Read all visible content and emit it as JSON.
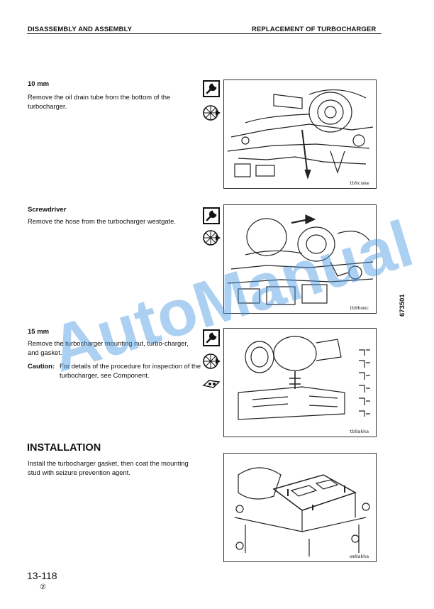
{
  "header": {
    "left": "DISASSEMBLY AND ASSEMBLY",
    "right": "REPLACEMENT OF TURBOCHARGER"
  },
  "steps": [
    {
      "title": "10 mm",
      "text": "Remove the oil drain tube from the bottom of the turbocharger.",
      "figure_tag": "tb9csma",
      "icons": [
        "wrench-tool-icon",
        "crosshair-check-icon"
      ]
    },
    {
      "title": "Screwdriver",
      "text": "Remove the hose from the turbocharger westgate.",
      "figure_tag": "tb9homc",
      "icons": [
        "wrench-tool-icon",
        "crosshair-check-icon"
      ]
    },
    {
      "title": "15 mm",
      "text": "Remove the turbocharger mounting nut, turbo-charger, and gasket.",
      "caution_label": "Caution:",
      "caution_text": "For details of the procedure for inspection of the turbocharger, see Component.",
      "figure_tag": "tb9akha",
      "icons": [
        "wrench-tool-icon",
        "crosshair-check-icon",
        "gasket-icon"
      ]
    }
  ],
  "installation": {
    "heading": "INSTALLATION",
    "text": "Install the turbocharger gasket, then coat the mounting stud with seizure prevention agent.",
    "figure_tag": "xm9akha"
  },
  "side_code": "673501",
  "watermark": "AutoManual",
  "footer": {
    "page_number": "13-118",
    "revision": "②"
  }
}
